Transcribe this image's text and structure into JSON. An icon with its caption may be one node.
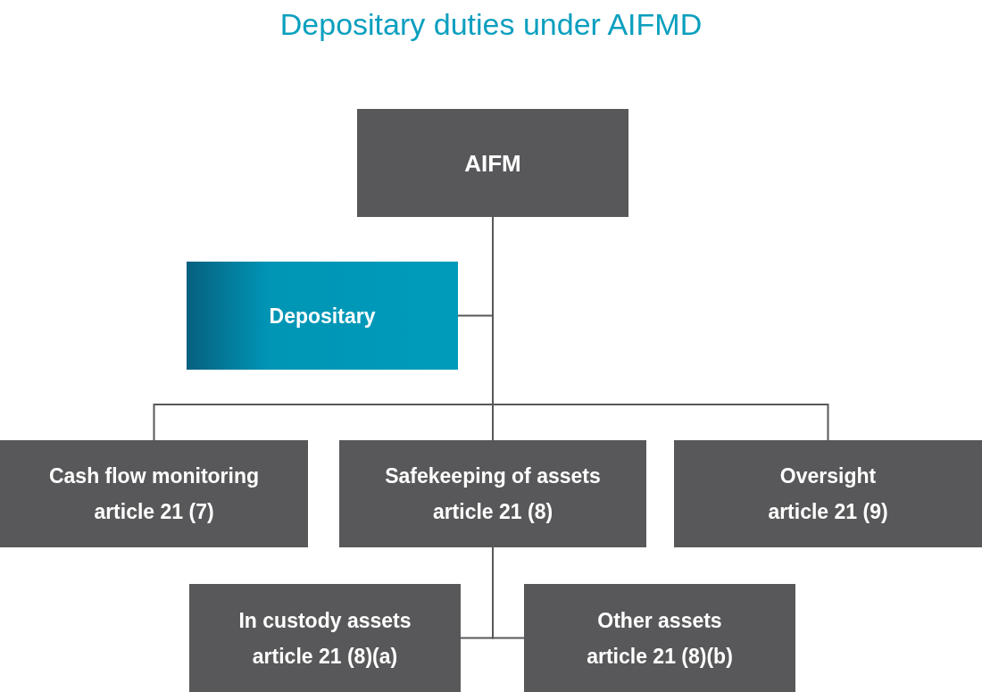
{
  "diagram": {
    "title": "Depositary duties under AIFMD",
    "nodes": [
      {
        "text": [
          "AIFM"
        ]
      },
      {
        "text": [
          "Depositary"
        ]
      },
      {
        "text": [
          "Cash flow monitoring",
          "article 21 (7)"
        ]
      },
      {
        "text": [
          "Safekeeping of assets",
          "article 21 (8)"
        ]
      },
      {
        "text": [
          "Oversight",
          "article 21 (9)"
        ]
      },
      {
        "text": [
          "In custody assets",
          "article 21 (8)(a)"
        ]
      },
      {
        "text": [
          "Other assets",
          "article 21 (8)(b)"
        ]
      }
    ],
    "edges": [
      {
        "from": 0,
        "to": 1,
        "arrow": "none"
      },
      {
        "from": 0,
        "to": 2,
        "arrow": "none"
      },
      {
        "from": 0,
        "to": 3,
        "arrow": "none"
      },
      {
        "from": 0,
        "to": 4,
        "arrow": "none"
      },
      {
        "from": 3,
        "to": 5,
        "arrow": "none"
      },
      {
        "from": 3,
        "to": 6,
        "arrow": "none"
      }
    ]
  }
}
